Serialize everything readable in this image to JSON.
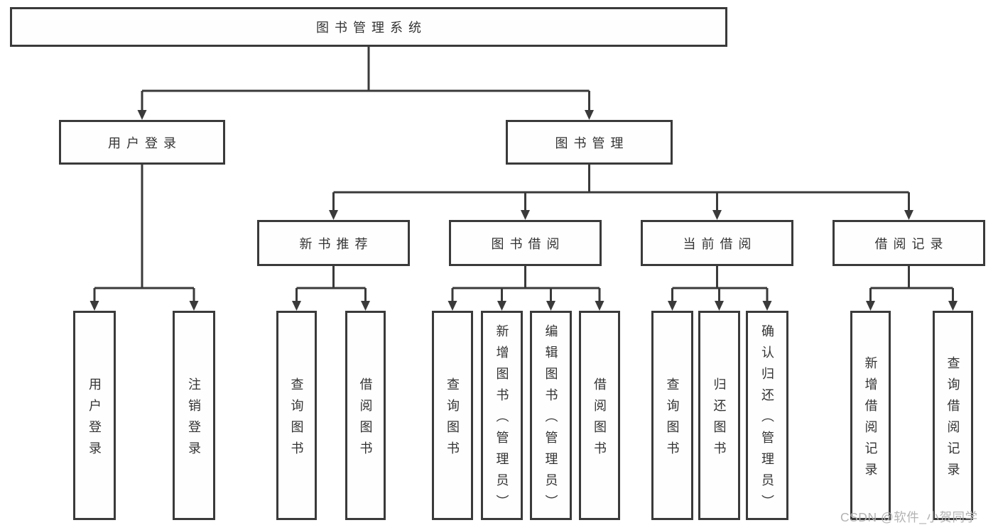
{
  "diagram": {
    "title": "图书管理系统",
    "colors": {
      "line": "#3a3a3a",
      "text": "#333333",
      "background": "#ffffff",
      "box_fill": "#fefefe",
      "watermark": "#b3b3b3"
    },
    "nodes": {
      "root": {
        "label": "图书管理系统"
      },
      "user_login": {
        "label": "用户登录"
      },
      "book_mgmt": {
        "label": "图书管理"
      },
      "new_book_rec": {
        "label": "新书推荐"
      },
      "book_borrow": {
        "label": "图书借阅"
      },
      "current_borrow": {
        "label": "当前借阅"
      },
      "borrow_record": {
        "label": "借阅记录"
      },
      "login_leaf": {
        "label": "用户登录"
      },
      "logout_leaf": {
        "label": "注销登录"
      },
      "rec_query": {
        "label": "查询图书"
      },
      "rec_borrow": {
        "label": "借阅图书"
      },
      "bb_query": {
        "label": "查询图书"
      },
      "bb_add": {
        "label": "新增图书（管理员）"
      },
      "bb_edit": {
        "label": "编辑图书（管理员）"
      },
      "bb_borrow": {
        "label": "借阅图书"
      },
      "cb_query": {
        "label": "查询图书"
      },
      "cb_return": {
        "label": "归还图书"
      },
      "cb_confirm": {
        "label": "确认归还（管理员）"
      },
      "br_add": {
        "label": "新增借阅记录"
      },
      "br_query": {
        "label": "查询借阅记录"
      }
    },
    "hierarchy": {
      "图书管理系统": [
        "用户登录",
        "图书管理"
      ],
      "用户登录": [
        "用户登录",
        "注销登录"
      ],
      "图书管理": [
        "新书推荐",
        "图书借阅",
        "当前借阅",
        "借阅记录"
      ],
      "新书推荐": [
        "查询图书",
        "借阅图书"
      ],
      "图书借阅": [
        "查询图书",
        "新增图书（管理员）",
        "编辑图书（管理员）",
        "借阅图书"
      ],
      "当前借阅": [
        "查询图书",
        "归还图书",
        "确认归还（管理员）"
      ],
      "借阅记录": [
        "新增借阅记录",
        "查询借阅记录"
      ]
    }
  },
  "watermark": {
    "text": "CSDN @软件_小贺同学"
  }
}
